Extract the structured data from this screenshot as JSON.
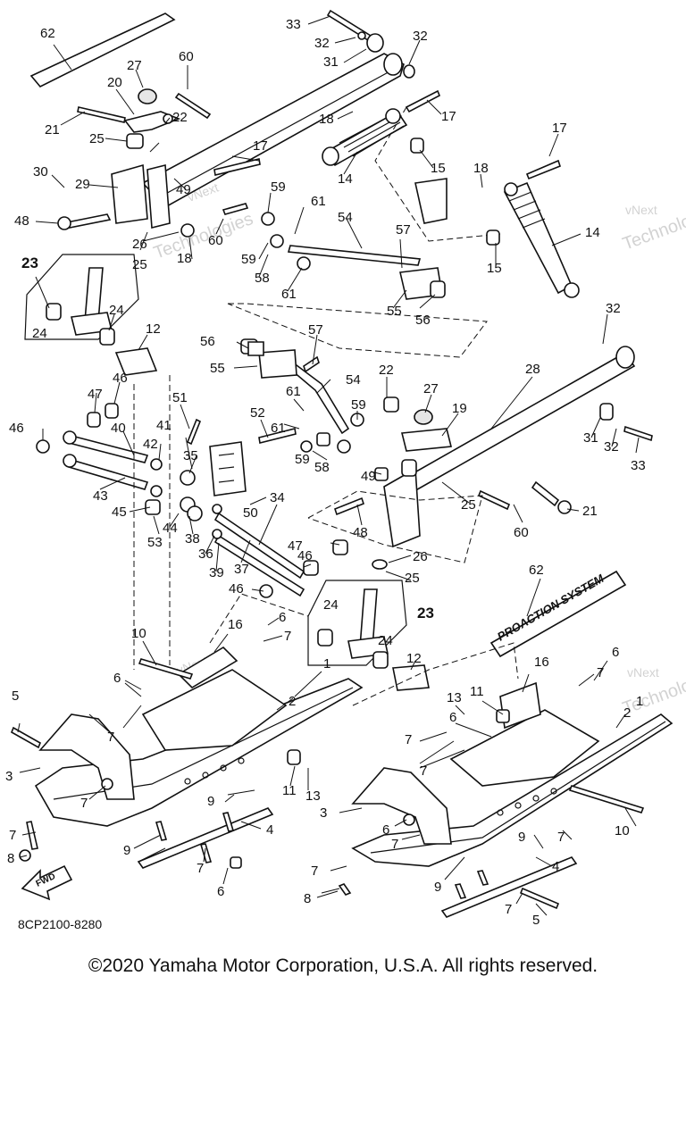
{
  "diagram_code": "8CP2100-8280",
  "copyright": "©2020 Yamaha Motor Corporation, U.S.A. All rights reserved.",
  "fwd_label": "FWD",
  "decal_text": "PROACTION SYSTEM",
  "watermark": {
    "line1": "vNext",
    "line2": "Technologies"
  },
  "callouts": [
    "1",
    "2",
    "3",
    "4",
    "5",
    "6",
    "7",
    "8",
    "9",
    "10",
    "11",
    "12",
    "13",
    "14",
    "15",
    "16",
    "17",
    "18",
    "19",
    "20",
    "21",
    "22",
    "23",
    "24",
    "25",
    "26",
    "27",
    "28",
    "29",
    "30",
    "31",
    "32",
    "33",
    "34",
    "35",
    "36",
    "37",
    "38",
    "39",
    "40",
    "41",
    "42",
    "43",
    "44",
    "45",
    "46",
    "47",
    "48",
    "49",
    "50",
    "51",
    "52",
    "53",
    "54",
    "55",
    "56",
    "57",
    "58",
    "59",
    "60",
    "61",
    "62"
  ]
}
